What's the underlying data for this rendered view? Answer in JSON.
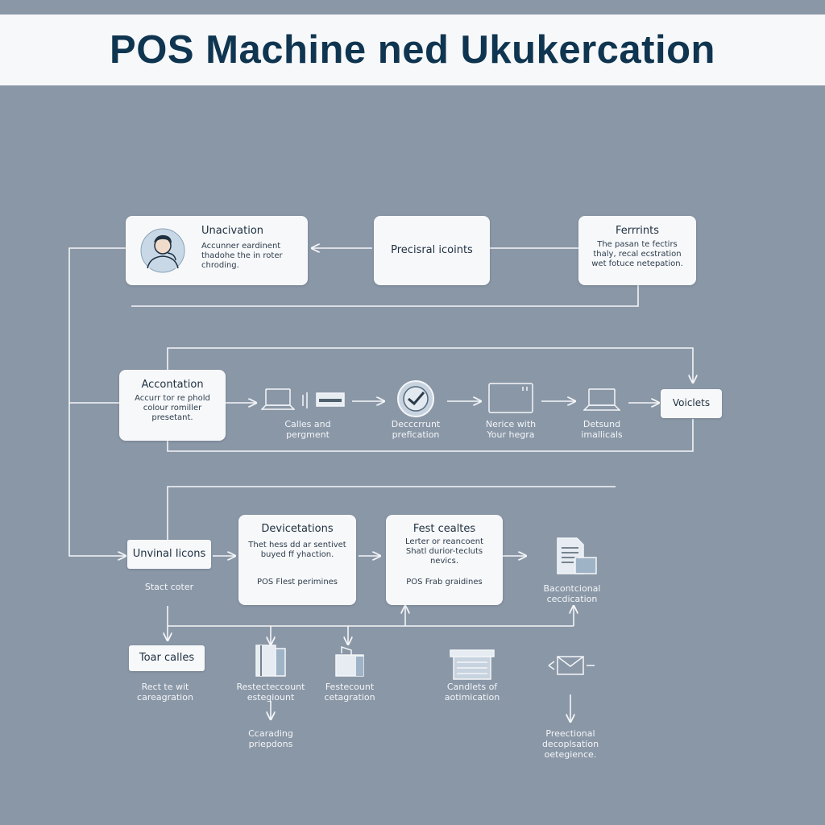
{
  "title": "POS Machine ned Ukukercation",
  "row1": {
    "box1": {
      "title": "Unacivation",
      "text": "Accunner eardinent\nthadohe the in roter\nchroding."
    },
    "box2": {
      "title": "Precisral icoints"
    },
    "box3": {
      "title": "Ferrrints",
      "text": "The pasan te fectirs\nthaly, recal ecstration\nwet fotuce netepation."
    }
  },
  "row2": {
    "box1": {
      "title": "Accontation",
      "text": "Accurr tor re phold\ncolour romiller\npresetant."
    },
    "step1": "Calles and\npergment",
    "step2": "Decccrrunt\nprefication",
    "step3": "Nerice with\nYour hegra",
    "step4": "Detsund\nimallicals",
    "end": "Voiclets"
  },
  "row3": {
    "left": {
      "title": "Unvinal Iicons",
      "sub": "Stact coter"
    },
    "box2": {
      "title": "Devicetations",
      "text": "Thet hess dd ar sentivet\nbuyed ff yhaction.",
      "foot": "POS Flest perimines"
    },
    "box3": {
      "title": "Fest cealtes",
      "text": "Lerter or reancoent\nShatl durior-tecluts\nnevics.",
      "foot": "POS Frab graidines"
    },
    "doc": "Bacontcional\ncecdication"
  },
  "row4": {
    "tour": {
      "title": "Toar calles",
      "sub": "Rect te wit\ncareagration"
    },
    "b": {
      "label": "Restecteccount\nestegiount",
      "sub": "Ccarading\npriepdons"
    },
    "c": "Festecount\ncetagration",
    "d": "Candlets of\naotimication",
    "e": "Preectional\ndecoplsation\noetegience."
  },
  "colors": {
    "background": "#8a97a7",
    "panel": "#f7f8fa",
    "title": "#0f3550",
    "line": "#f4f6f8"
  }
}
